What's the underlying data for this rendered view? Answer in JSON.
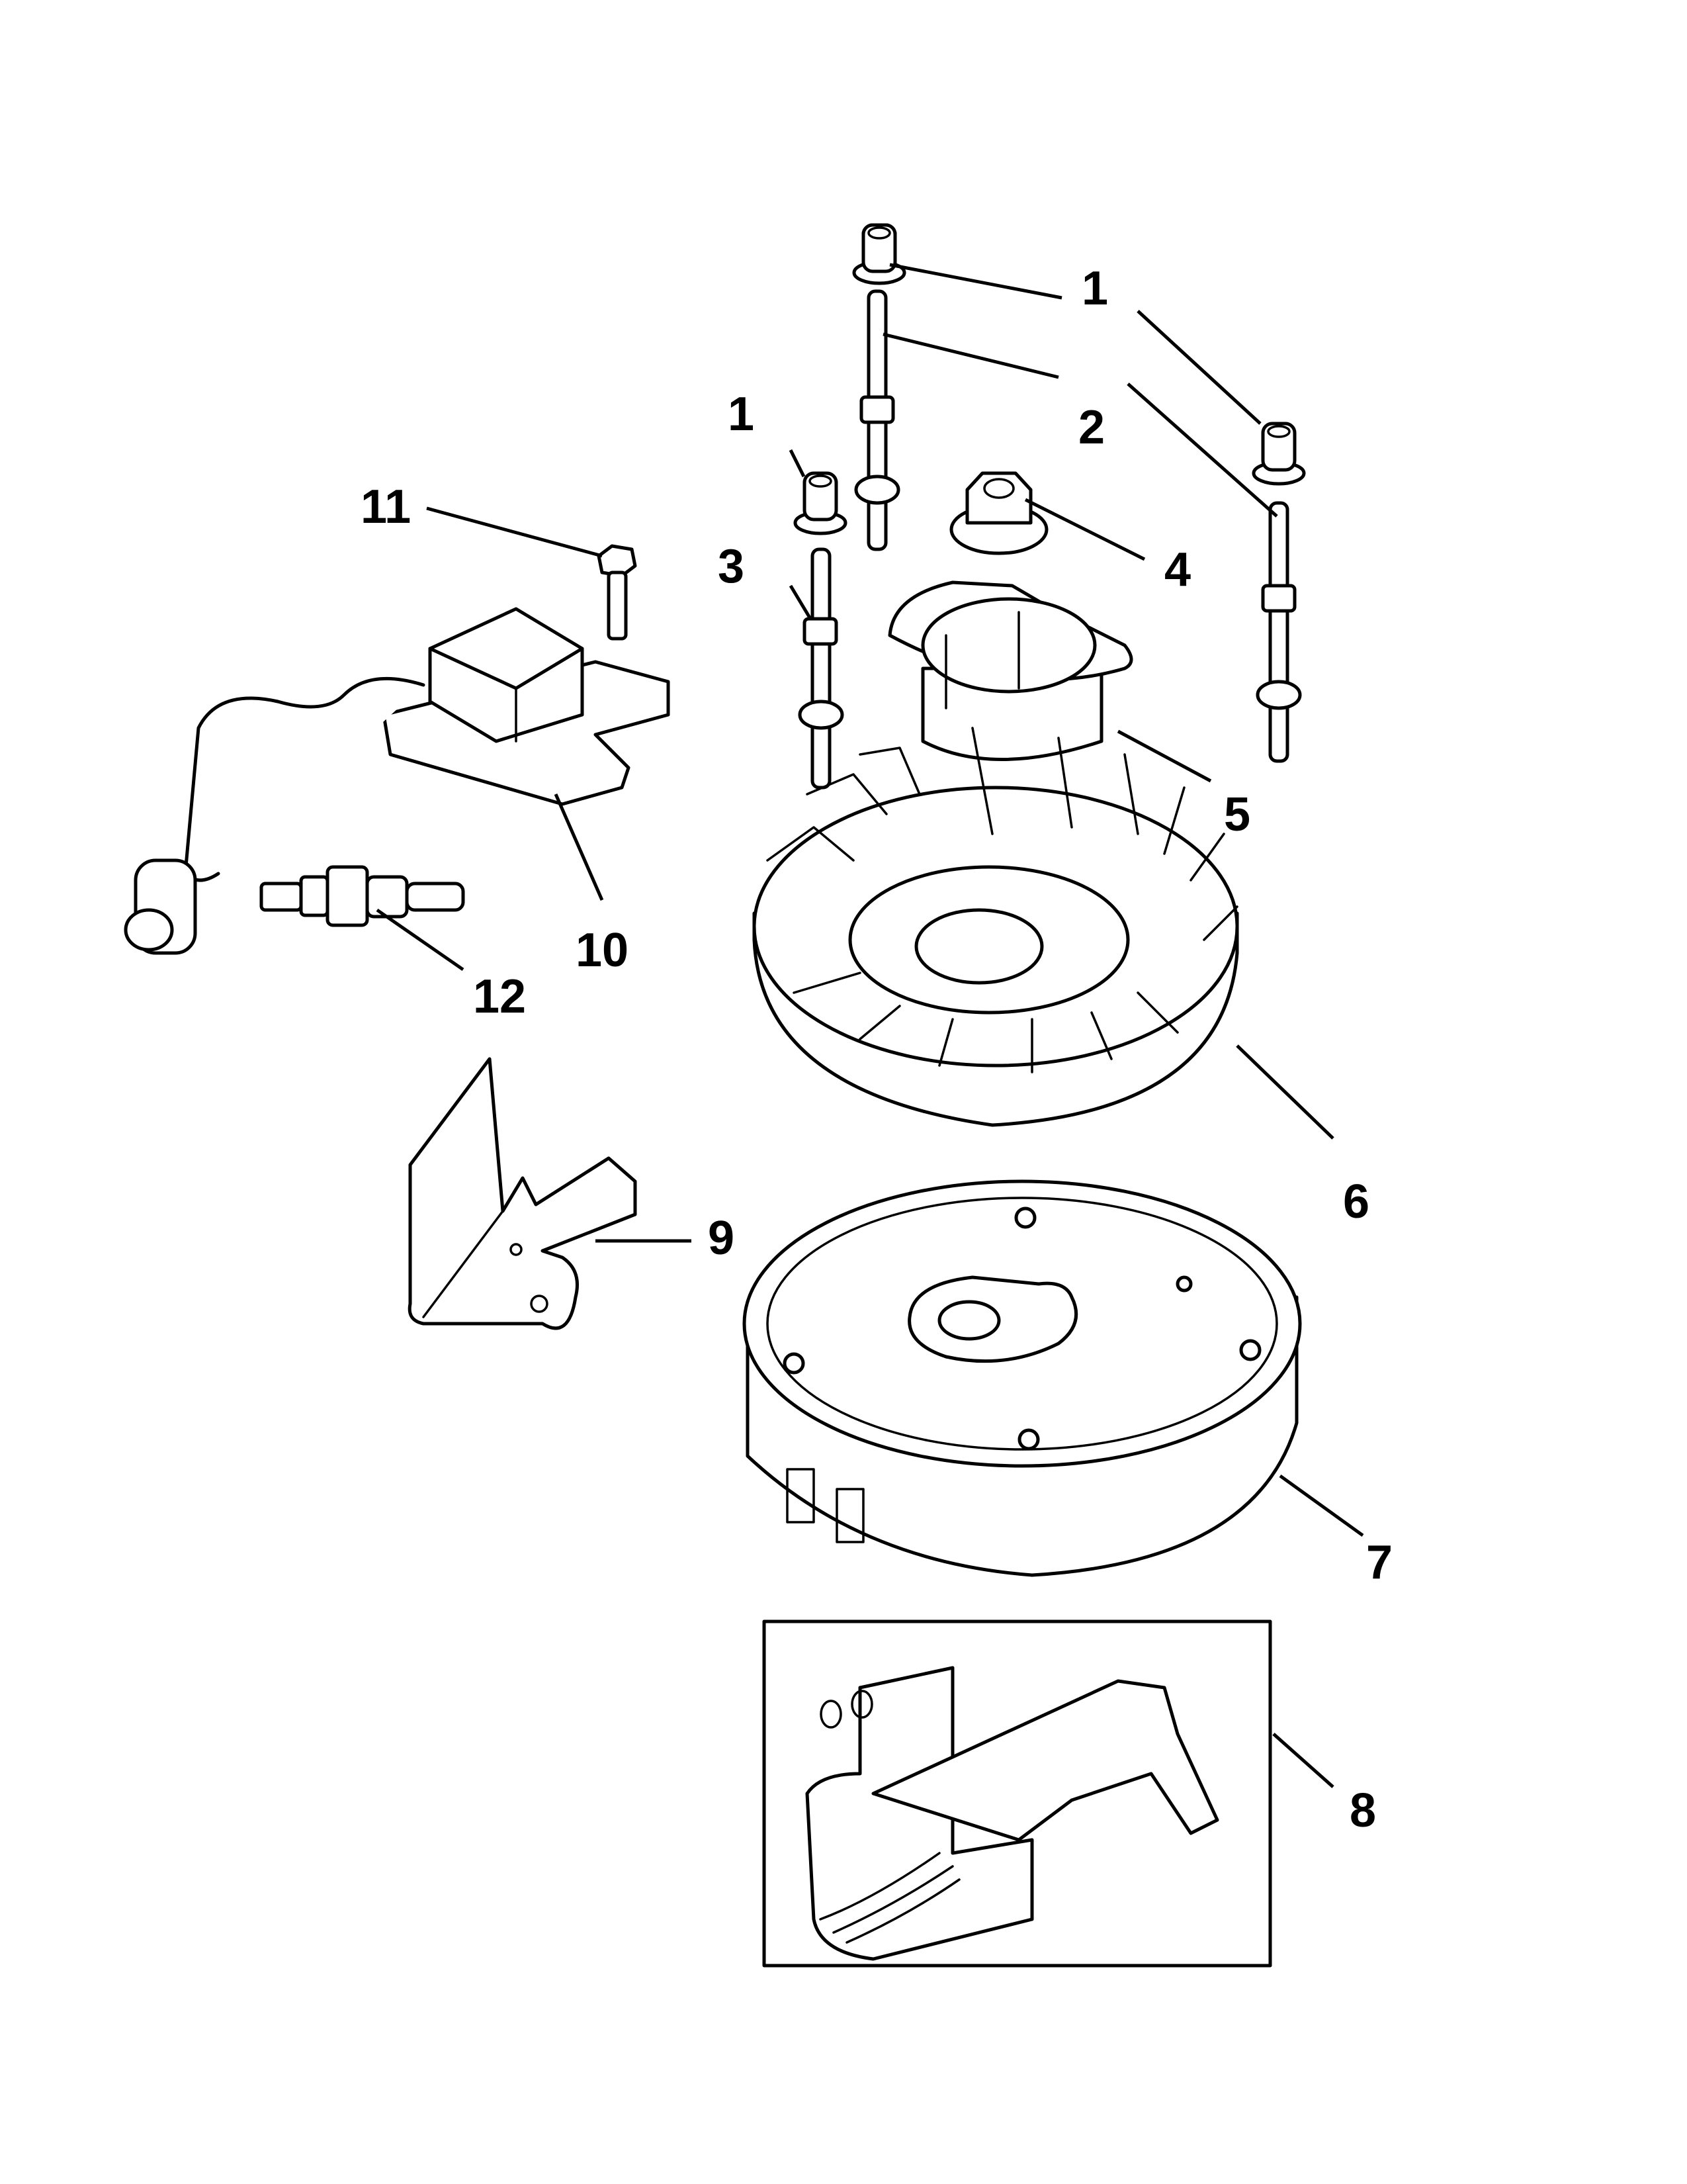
{
  "diagram": {
    "type": "exploded-parts-diagram",
    "subject": "flywheel / ignition assembly",
    "callouts": [
      {
        "id": "c1a",
        "label": "1",
        "part": "collar"
      },
      {
        "id": "c1b",
        "label": "1",
        "part": "collar"
      },
      {
        "id": "c1c",
        "label": "1",
        "part": "collar"
      },
      {
        "id": "c2a",
        "label": "2",
        "part": "stud"
      },
      {
        "id": "c2b",
        "label": "2",
        "part": "stud"
      },
      {
        "id": "c3",
        "label": "3",
        "part": "stud"
      },
      {
        "id": "c4",
        "label": "4",
        "part": "flange nut"
      },
      {
        "id": "c5",
        "label": "5",
        "part": "starter cup"
      },
      {
        "id": "c6",
        "label": "6",
        "part": "fan"
      },
      {
        "id": "c7",
        "label": "7",
        "part": "flywheel"
      },
      {
        "id": "c8",
        "label": "8",
        "part": "brake assembly"
      },
      {
        "id": "c9",
        "label": "9",
        "part": "shield"
      },
      {
        "id": "c10",
        "label": "10",
        "part": "ignition coil"
      },
      {
        "id": "c11",
        "label": "11",
        "part": "screw"
      },
      {
        "id": "c12",
        "label": "12",
        "part": "spark plug"
      }
    ]
  }
}
